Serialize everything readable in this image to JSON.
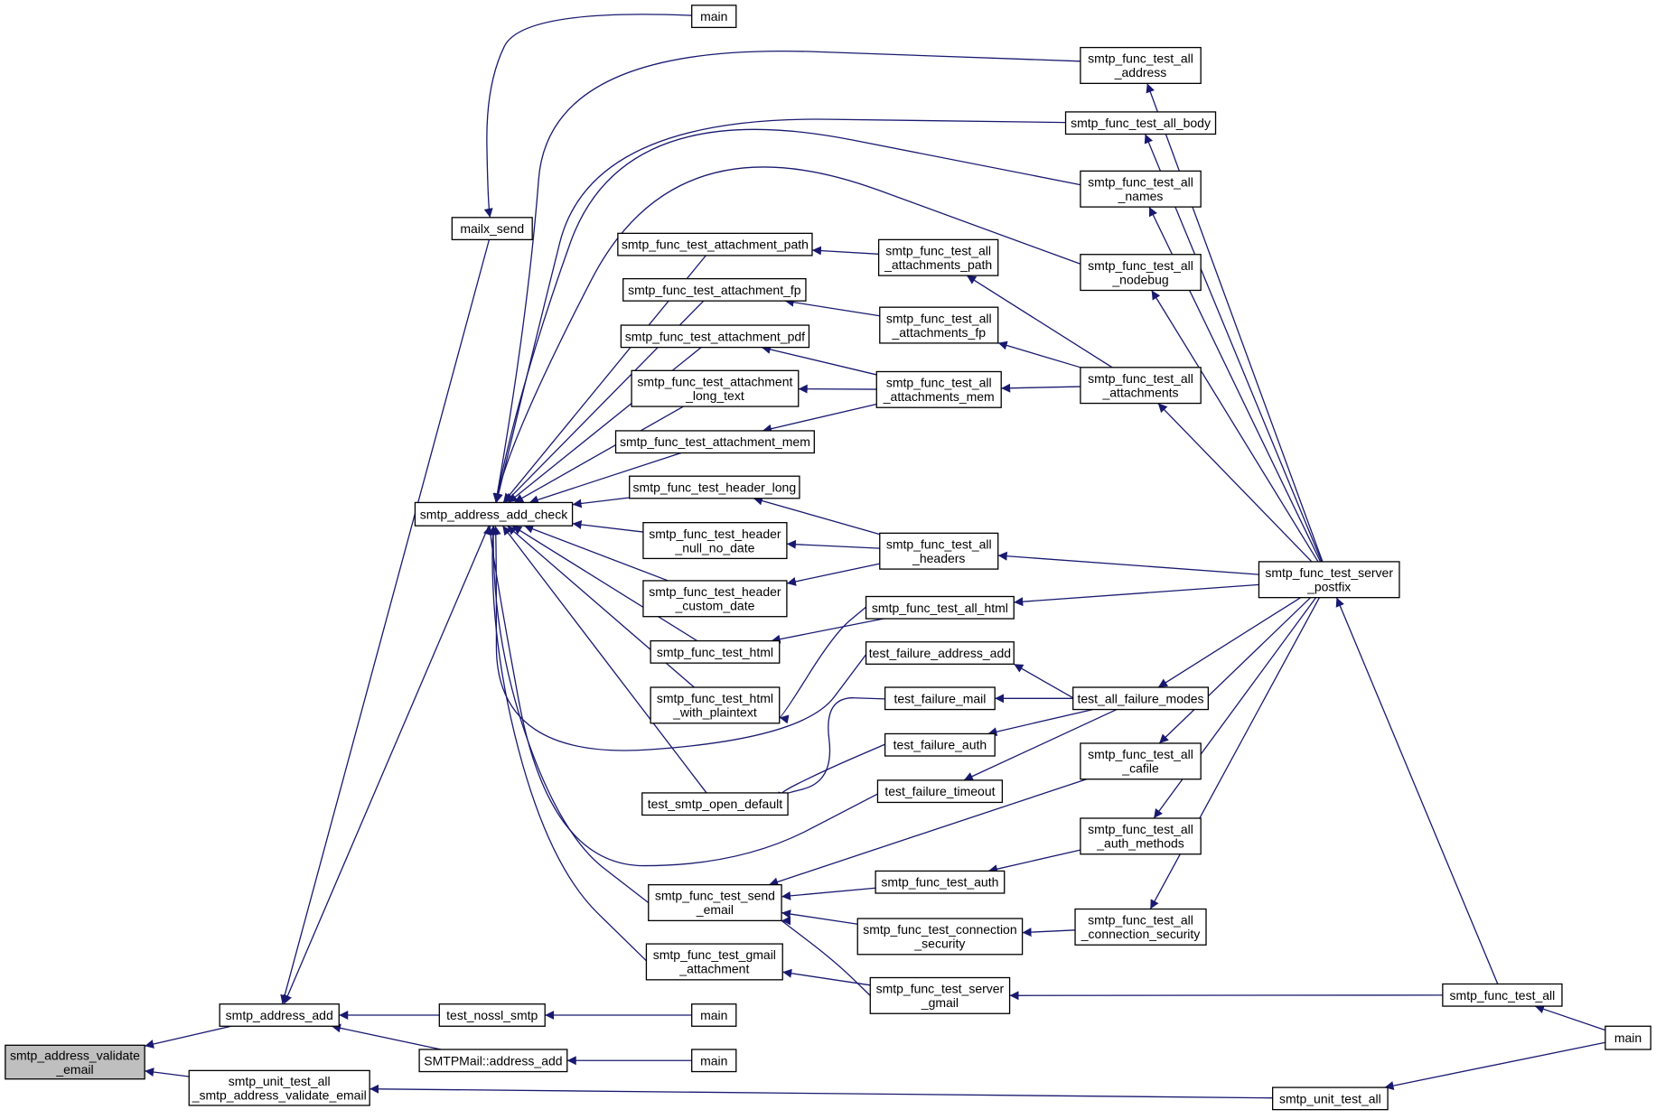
{
  "nodes": [
    {
      "id": "validate",
      "lines": [
        "smtp_address_validate",
        "_email"
      ],
      "selected": true
    },
    {
      "id": "address_add",
      "lines": [
        "smtp_address_add"
      ]
    },
    {
      "id": "unit_test_validate",
      "lines": [
        "smtp_unit_test_all",
        "_smtp_address_validate_email"
      ]
    },
    {
      "id": "mailx_send",
      "lines": [
        "mailx_send"
      ]
    },
    {
      "id": "add_check",
      "lines": [
        "smtp_address_add_check"
      ]
    },
    {
      "id": "main_top",
      "lines": [
        "main"
      ]
    },
    {
      "id": "test_nossl_smtp",
      "lines": [
        "test_nossl_smtp"
      ]
    },
    {
      "id": "smtpmail_address_add",
      "lines": [
        "SMTPMail::address_add"
      ]
    },
    {
      "id": "main_nossl",
      "lines": [
        "main"
      ]
    },
    {
      "id": "main_smtpmail",
      "lines": [
        "main"
      ]
    },
    {
      "id": "att_path",
      "lines": [
        "smtp_func_test_attachment_path"
      ]
    },
    {
      "id": "att_fp",
      "lines": [
        "smtp_func_test_attachment_fp"
      ]
    },
    {
      "id": "att_pdf",
      "lines": [
        "smtp_func_test_attachment_pdf"
      ]
    },
    {
      "id": "att_long_text",
      "lines": [
        "smtp_func_test_attachment",
        "_long_text"
      ]
    },
    {
      "id": "att_mem",
      "lines": [
        "smtp_func_test_attachment_mem"
      ]
    },
    {
      "id": "header_long",
      "lines": [
        "smtp_func_test_header_long"
      ]
    },
    {
      "id": "header_null",
      "lines": [
        "smtp_func_test_header",
        "_null_no_date"
      ]
    },
    {
      "id": "header_custom",
      "lines": [
        "smtp_func_test_header",
        "_custom_date"
      ]
    },
    {
      "id": "html",
      "lines": [
        "smtp_func_test_html"
      ]
    },
    {
      "id": "html_plain",
      "lines": [
        "smtp_func_test_html",
        "_with_plaintext"
      ]
    },
    {
      "id": "open_default",
      "lines": [
        "test_smtp_open_default"
      ]
    },
    {
      "id": "send_email",
      "lines": [
        "smtp_func_test_send",
        "_email"
      ]
    },
    {
      "id": "gmail_att",
      "lines": [
        "smtp_func_test_gmail",
        "_attachment"
      ]
    },
    {
      "id": "all_att_path",
      "lines": [
        "smtp_func_test_all",
        "_attachments_path"
      ]
    },
    {
      "id": "all_att_fp",
      "lines": [
        "smtp_func_test_all",
        "_attachments_fp"
      ]
    },
    {
      "id": "all_att_mem",
      "lines": [
        "smtp_func_test_all",
        "_attachments_mem"
      ]
    },
    {
      "id": "all_headers",
      "lines": [
        "smtp_func_test_all",
        "_headers"
      ]
    },
    {
      "id": "all_html",
      "lines": [
        "smtp_func_test_all_html"
      ]
    },
    {
      "id": "fail_addr",
      "lines": [
        "test_failure_address_add"
      ]
    },
    {
      "id": "fail_mail",
      "lines": [
        "test_failure_mail"
      ]
    },
    {
      "id": "fail_auth",
      "lines": [
        "test_failure_auth"
      ]
    },
    {
      "id": "fail_timeout",
      "lines": [
        "test_failure_timeout"
      ]
    },
    {
      "id": "func_auth",
      "lines": [
        "smtp_func_test_auth"
      ]
    },
    {
      "id": "conn_sec",
      "lines": [
        "smtp_func_test_connection",
        "_security"
      ]
    },
    {
      "id": "server_gmail",
      "lines": [
        "smtp_func_test_server",
        "_gmail"
      ]
    },
    {
      "id": "all_address",
      "lines": [
        "smtp_func_test_all",
        "_address"
      ]
    },
    {
      "id": "all_body",
      "lines": [
        "smtp_func_test_all_body"
      ]
    },
    {
      "id": "all_names",
      "lines": [
        "smtp_func_test_all",
        "_names"
      ]
    },
    {
      "id": "all_nodebug",
      "lines": [
        "smtp_func_test_all",
        "_nodebug"
      ]
    },
    {
      "id": "all_attachments",
      "lines": [
        "smtp_func_test_all",
        "_attachments"
      ]
    },
    {
      "id": "all_failure",
      "lines": [
        "test_all_failure_modes"
      ]
    },
    {
      "id": "all_cafile",
      "lines": [
        "smtp_func_test_all",
        "_cafile"
      ]
    },
    {
      "id": "all_auth_methods",
      "lines": [
        "smtp_func_test_all",
        "_auth_methods"
      ]
    },
    {
      "id": "all_conn_sec",
      "lines": [
        "smtp_func_test_all",
        "_connection_security"
      ]
    },
    {
      "id": "server_postfix",
      "lines": [
        "smtp_func_test_server",
        "_postfix"
      ]
    },
    {
      "id": "func_test_all",
      "lines": [
        "smtp_func_test_all"
      ]
    },
    {
      "id": "unit_test_all",
      "lines": [
        "smtp_unit_test_all"
      ]
    },
    {
      "id": "main_final",
      "lines": [
        "main"
      ]
    }
  ],
  "edges": [
    {
      "from": "address_add",
      "to": "validate"
    },
    {
      "from": "unit_test_validate",
      "to": "validate"
    },
    {
      "from": "mailx_send",
      "to": "address_add"
    },
    {
      "from": "add_check",
      "to": "address_add"
    },
    {
      "from": "test_nossl_smtp",
      "to": "address_add"
    },
    {
      "from": "smtpmail_address_add",
      "to": "address_add"
    },
    {
      "from": "unit_test_all",
      "to": "unit_test_validate"
    },
    {
      "from": "main_top",
      "to": "mailx_send"
    },
    {
      "from": "main_nossl",
      "to": "test_nossl_smtp"
    },
    {
      "from": "main_smtpmail",
      "to": "smtpmail_address_add"
    },
    {
      "from": "all_address",
      "to": "add_check"
    },
    {
      "from": "all_body",
      "to": "add_check"
    },
    {
      "from": "all_names",
      "to": "add_check"
    },
    {
      "from": "all_nodebug",
      "to": "add_check"
    },
    {
      "from": "att_path",
      "to": "add_check"
    },
    {
      "from": "att_fp",
      "to": "add_check"
    },
    {
      "from": "att_pdf",
      "to": "add_check"
    },
    {
      "from": "att_long_text",
      "to": "add_check"
    },
    {
      "from": "att_mem",
      "to": "add_check"
    },
    {
      "from": "header_long",
      "to": "add_check"
    },
    {
      "from": "header_null",
      "to": "add_check"
    },
    {
      "from": "header_custom",
      "to": "add_check"
    },
    {
      "from": "html",
      "to": "add_check"
    },
    {
      "from": "html_plain",
      "to": "add_check"
    },
    {
      "from": "fail_addr",
      "to": "add_check"
    },
    {
      "from": "open_default",
      "to": "add_check"
    },
    {
      "from": "fail_timeout",
      "to": "add_check"
    },
    {
      "from": "send_email",
      "to": "add_check"
    },
    {
      "from": "gmail_att",
      "to": "add_check"
    },
    {
      "from": "all_att_path",
      "to": "att_path"
    },
    {
      "from": "all_att_fp",
      "to": "att_fp"
    },
    {
      "from": "all_att_mem",
      "to": "att_pdf"
    },
    {
      "from": "all_att_mem",
      "to": "att_long_text"
    },
    {
      "from": "all_att_mem",
      "to": "att_mem"
    },
    {
      "from": "all_headers",
      "to": "header_long"
    },
    {
      "from": "all_headers",
      "to": "header_null"
    },
    {
      "from": "all_headers",
      "to": "header_custom"
    },
    {
      "from": "all_html",
      "to": "html"
    },
    {
      "from": "all_html",
      "to": "html_plain"
    },
    {
      "from": "fail_mail",
      "to": "open_default"
    },
    {
      "from": "fail_auth",
      "to": "open_default"
    },
    {
      "from": "all_cafile",
      "to": "send_email"
    },
    {
      "from": "func_auth",
      "to": "send_email"
    },
    {
      "from": "conn_sec",
      "to": "send_email"
    },
    {
      "from": "server_gmail",
      "to": "send_email"
    },
    {
      "from": "server_gmail",
      "to": "gmail_att"
    },
    {
      "from": "all_attachments",
      "to": "all_att_path"
    },
    {
      "from": "all_attachments",
      "to": "all_att_fp"
    },
    {
      "from": "all_attachments",
      "to": "all_att_mem"
    },
    {
      "from": "all_failure",
      "to": "fail_addr"
    },
    {
      "from": "all_failure",
      "to": "fail_mail"
    },
    {
      "from": "all_failure",
      "to": "fail_auth"
    },
    {
      "from": "all_failure",
      "to": "fail_timeout"
    },
    {
      "from": "all_auth_methods",
      "to": "func_auth"
    },
    {
      "from": "all_conn_sec",
      "to": "conn_sec"
    },
    {
      "from": "func_test_all",
      "to": "server_gmail"
    },
    {
      "from": "server_postfix",
      "to": "all_address"
    },
    {
      "from": "server_postfix",
      "to": "all_body"
    },
    {
      "from": "server_postfix",
      "to": "all_names"
    },
    {
      "from": "server_postfix",
      "to": "all_nodebug"
    },
    {
      "from": "server_postfix",
      "to": "all_attachments"
    },
    {
      "from": "server_postfix",
      "to": "all_headers"
    },
    {
      "from": "server_postfix",
      "to": "all_html"
    },
    {
      "from": "server_postfix",
      "to": "all_failure"
    },
    {
      "from": "server_postfix",
      "to": "all_cafile"
    },
    {
      "from": "server_postfix",
      "to": "all_auth_methods"
    },
    {
      "from": "server_postfix",
      "to": "all_conn_sec"
    },
    {
      "from": "func_test_all",
      "to": "server_postfix"
    },
    {
      "from": "main_final",
      "to": "func_test_all"
    },
    {
      "from": "main_final",
      "to": "unit_test_all"
    }
  ],
  "colors": {
    "edge": "#191970",
    "node_border": "#000000",
    "node_fill": "#ffffff",
    "selected_fill": "#bfbfbf"
  }
}
